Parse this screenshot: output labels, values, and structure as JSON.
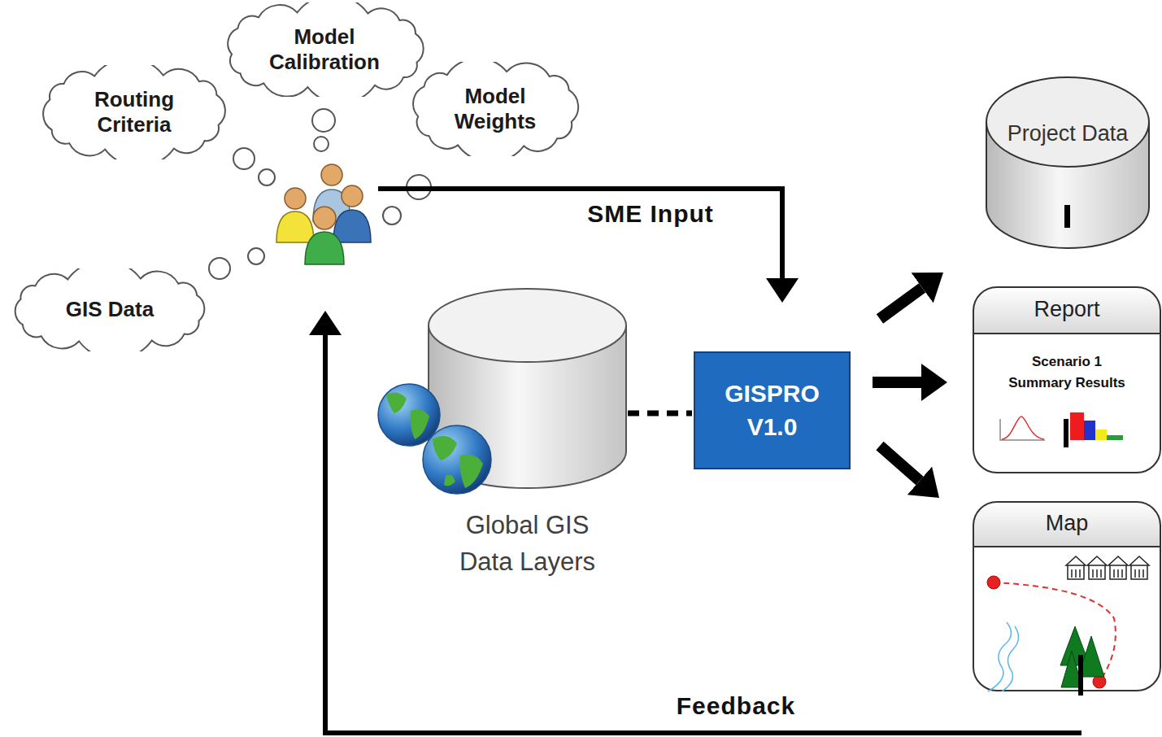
{
  "diagram": {
    "nodes": [
      {
        "text": [
          "Model Calibration"
        ]
      },
      {
        "text": [
          "Routing Criteria"
        ]
      },
      {
        "text": [
          "Model Weights"
        ]
      },
      {
        "text": [
          "Project Data"
        ]
      },
      {
        "text": [
          "GIS Data"
        ]
      },
      {
        "text": [
          "Report",
          "Scenario 1 Summary Results"
        ]
      },
      {
        "text": [
          "GISPRO V1.0"
        ]
      },
      {
        "text": [
          "Global GIS Data Layers"
        ]
      },
      {
        "text": [
          "Map"
        ]
      }
    ],
    "edges": [
      {
        "from": 7,
        "to": 6,
        "arrow": "none"
      },
      {
        "from": 6,
        "to": 3,
        "arrow": "to"
      },
      {
        "from": 6,
        "to": 5,
        "arrow": "to"
      },
      {
        "from": 6,
        "to": 8,
        "arrow": "to"
      }
    ],
    "labels": [
      "SME Input",
      "Feedback"
    ]
  }
}
